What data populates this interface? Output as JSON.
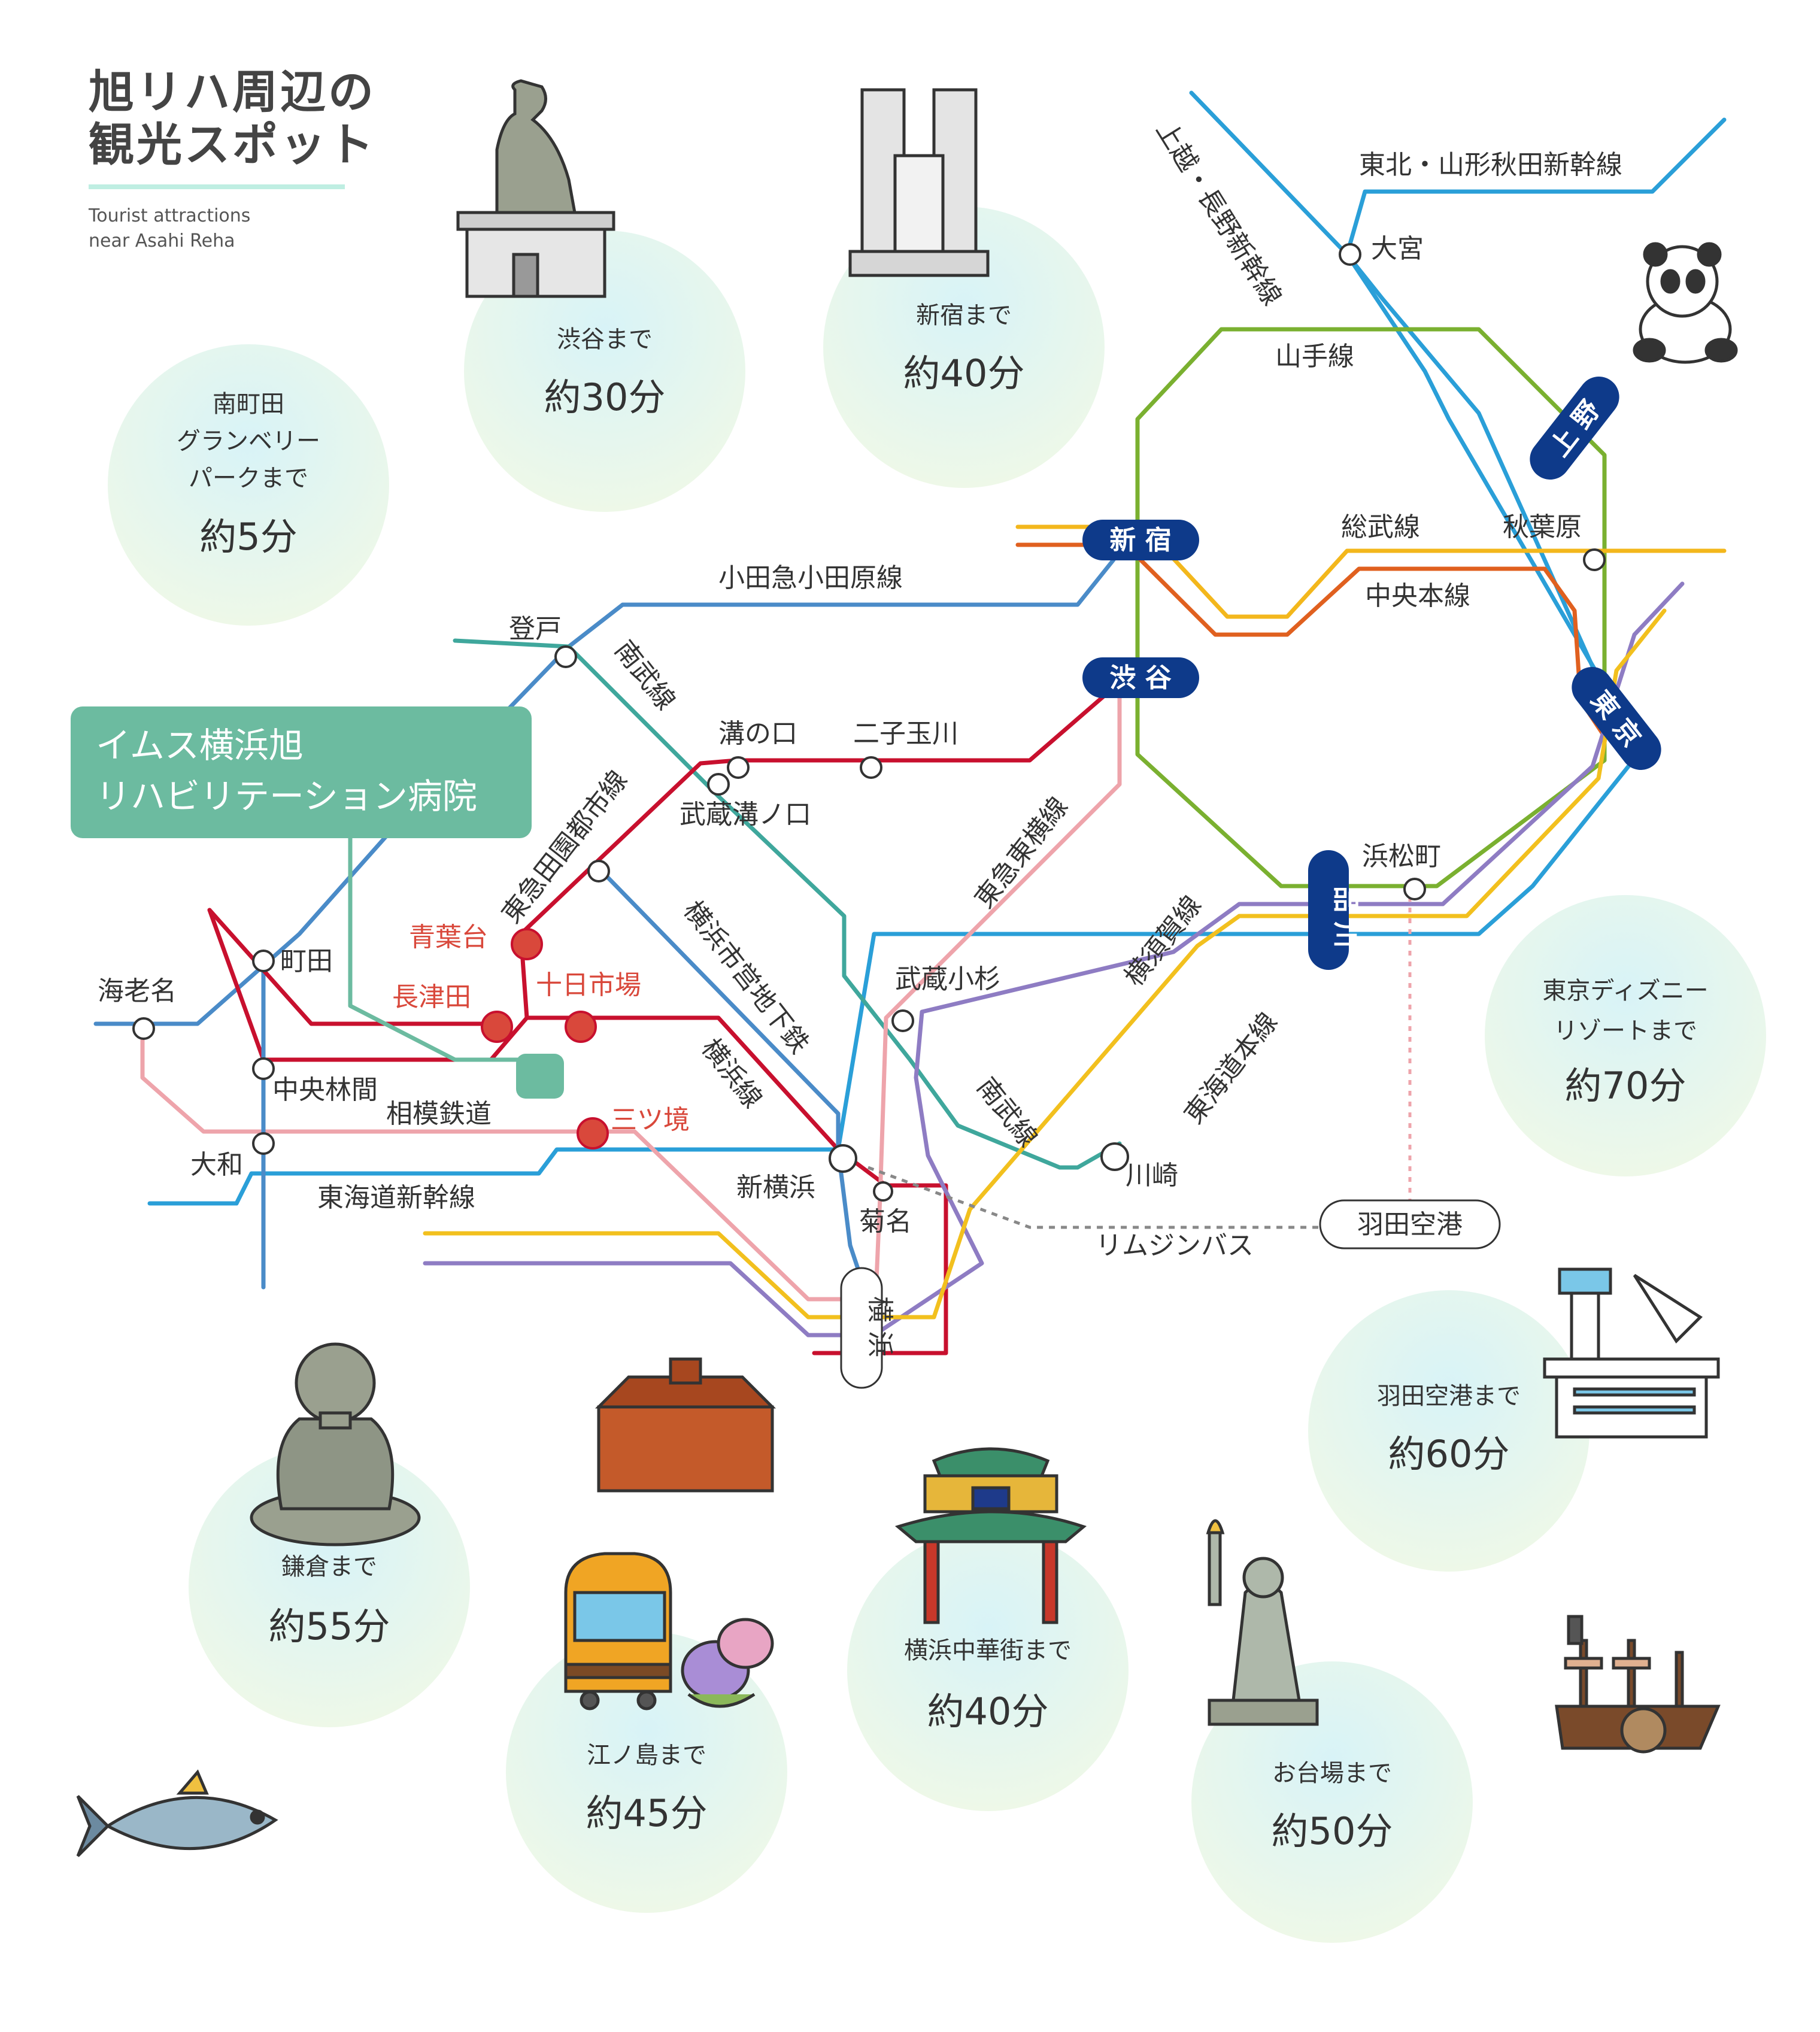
{
  "header": {
    "title_line1": "旭リハ周辺の",
    "title_line2": "観光スポット",
    "subtitle_line1": "Tourist attractions",
    "subtitle_line2": "near Asahi Reha"
  },
  "hospital": {
    "line1": "イムス横浜旭",
    "line2": "リハビリテーション病院"
  },
  "hubs": {
    "shinjuku": "新 宿",
    "shibuya": "渋 谷",
    "ueno": "上 野",
    "tokyo": "東 京",
    "shinagawa": "品 川",
    "yokohama": "横 浜",
    "haneda": "羽田空港"
  },
  "stations": {
    "noborito": "登戸",
    "mizonokuchi": "溝の口",
    "futako": "二子玉川",
    "musashimizonokuchi": "武蔵溝ノ口",
    "omiya": "大宮",
    "akihabara": "秋葉原",
    "hamamatsucho": "浜松町",
    "machida": "町田",
    "ebina": "海老名",
    "chuorinkan": "中央林間",
    "yamato": "大和",
    "musashikosugi": "武蔵小杉",
    "shinyokohama": "新横浜",
    "kikuna": "菊名",
    "kawasaki": "川崎"
  },
  "local_stations": {
    "aobadai": "青葉台",
    "nagatsuta": "長津田",
    "tokaichiba": "十日市場",
    "mitsukyo": "三ツ境"
  },
  "lines": {
    "joetsu": "上越・長野新幹線",
    "tohoku": "東北・山形秋田新幹線",
    "yamanote": "山手線",
    "sobu": "総武線",
    "chuo": "中央本線",
    "odakyu": "小田急小田原線",
    "nambu1": "南武線",
    "nambu2": "南武線",
    "denentoshi": "東急田園都市線",
    "toyoko": "東急東横線",
    "yokosuka": "横須賀線",
    "subway": "横浜市営地下鉄",
    "yokohama_line": "横浜線",
    "tokaido": "東海道本線",
    "sotetsu": "相模鉄道",
    "shinkansen": "東海道新幹線",
    "limousine": "リムジンバス"
  },
  "spots": [
    {
      "name": "南町田\nグランベリー\nパークまで",
      "time": "約5分"
    },
    {
      "name": "渋谷まで",
      "time": "約30分"
    },
    {
      "name": "新宿まで",
      "time": "約40分"
    },
    {
      "name": "東京ディズニー\nリゾートまで",
      "time": "約70分"
    },
    {
      "name": "羽田空港まで",
      "time": "約60分"
    },
    {
      "name": "鎌倉まで",
      "time": "約55分"
    },
    {
      "name": "江ノ島まで",
      "time": "約45分"
    },
    {
      "name": "横浜中華街まで",
      "time": "約40分"
    },
    {
      "name": "お台場まで",
      "time": "約50分"
    }
  ],
  "colors": {
    "jr_blue": "#2a9fd8",
    "yamanote_green": "#7ab030",
    "chuo_orange": "#e0601f",
    "sobu_yellow": "#f3b71c",
    "odakyu_blue": "#4a8bc8",
    "nambu_teal": "#3fa79c",
    "denentoshi_red": "#c8102e",
    "toyoko_pink": "#eea4ab",
    "yokosuka_purple": "#8e7cc3",
    "tokaido_yellow": "#f2c01e",
    "hub_navy": "#0e3a8a",
    "hospital_green": "#6cbba0"
  }
}
